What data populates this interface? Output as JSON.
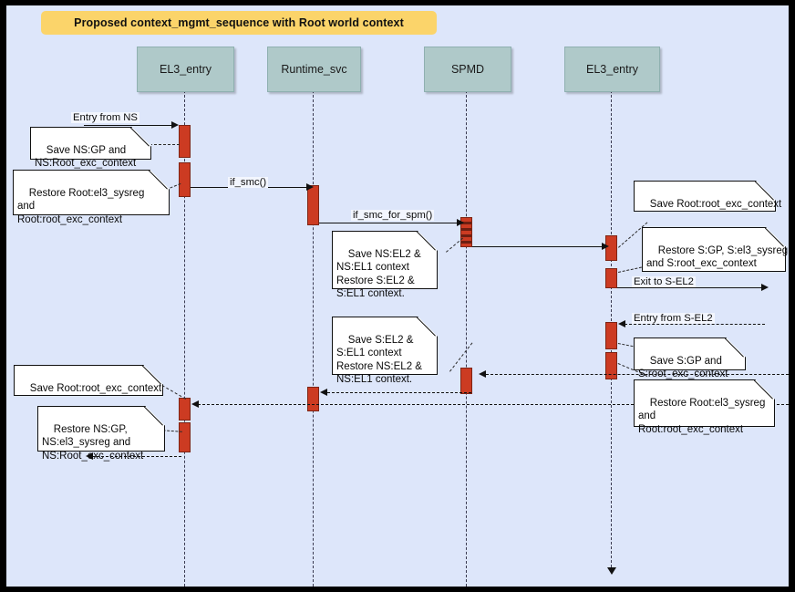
{
  "diagram": {
    "kind": "uml-sequence-diagram",
    "title": "Proposed context_mgmt_sequence with Root world context",
    "colors": {
      "canvas": "#DDE6FA",
      "frame": "#000000",
      "title_banner": "#FBD46A",
      "participant_box": "#AFC9C9",
      "activation_bar": "#CC3B22",
      "note_fill": "#FFFFFF",
      "line": "#111111"
    }
  },
  "participants": [
    {
      "id": "el3_entry_left",
      "label": "EL3_entry"
    },
    {
      "id": "runtime_svc",
      "label": "Runtime_svc"
    },
    {
      "id": "spmd",
      "label": "SPMD"
    },
    {
      "id": "el3_entry_right",
      "label": "EL3_entry"
    }
  ],
  "messages": [
    {
      "id": "m1",
      "label": "Entry from NS",
      "from": "external-left",
      "to": "el3_entry_left",
      "style": "solid",
      "direction": "right"
    },
    {
      "id": "m2",
      "label": "if_smc()",
      "from": "el3_entry_left",
      "to": "runtime_svc",
      "style": "solid",
      "direction": "right"
    },
    {
      "id": "m3",
      "label": "if_smc_for_spm()",
      "from": "runtime_svc",
      "to": "spmd",
      "style": "solid",
      "direction": "right"
    },
    {
      "id": "m4",
      "label": "",
      "from": "spmd",
      "to": "el3_entry_right",
      "style": "solid",
      "direction": "right"
    },
    {
      "id": "m5",
      "label": "Exit to S-EL2",
      "from": "el3_entry_right",
      "to": "external-right",
      "style": "solid",
      "direction": "right"
    },
    {
      "id": "m6",
      "label": "Entry from S-EL2",
      "from": "external-right",
      "to": "el3_entry_right",
      "style": "dashed",
      "direction": "left"
    },
    {
      "id": "m7",
      "label": "",
      "from": "el3_entry_right",
      "to": "spmd",
      "style": "dashed",
      "direction": "left"
    },
    {
      "id": "m8",
      "label": "",
      "from": "spmd",
      "to": "runtime_svc",
      "style": "dashed",
      "direction": "left"
    },
    {
      "id": "m9",
      "label": "",
      "from": "runtime_svc",
      "to": "el3_entry_left",
      "style": "dashed",
      "direction": "left"
    },
    {
      "id": "m10",
      "label": "",
      "from": "el3_entry_left",
      "to": "external-left",
      "style": "dashed",
      "direction": "left"
    }
  ],
  "notes": [
    {
      "id": "n1",
      "attached_to": "el3_entry_left",
      "text": "Save NS:GP and\nNS:Root_exc_context"
    },
    {
      "id": "n2",
      "attached_to": "el3_entry_left",
      "text": "Restore Root:el3_sysreg\nand\nRoot:root_exc_context"
    },
    {
      "id": "n3",
      "attached_to": "spmd",
      "text": "Save NS:EL2 &\nNS:EL1 context\nRestore S:EL2 &\nS:EL1 context."
    },
    {
      "id": "n4",
      "attached_to": "el3_entry_right",
      "text": "Save Root:root_exc_context"
    },
    {
      "id": "n5",
      "attached_to": "el3_entry_right",
      "text": "Restore S:GP, S:el3_sysreg\nand S:root_exc_context"
    },
    {
      "id": "n6",
      "attached_to": "spmd",
      "text": "Save S:EL2 &\nS:EL1 context\nRestore NS:EL2 &\nNS:EL1 context."
    },
    {
      "id": "n7",
      "attached_to": "el3_entry_right",
      "text": "Save S:GP and\nS:root_exc_context"
    },
    {
      "id": "n8",
      "attached_to": "el3_entry_right",
      "text": "Restore Root:el3_sysreg\nand\nRoot:root_exc_context"
    },
    {
      "id": "n9",
      "attached_to": "el3_entry_left",
      "text": "Save Root:root_exc_context"
    },
    {
      "id": "n10",
      "attached_to": "el3_entry_left",
      "text": "Restore NS:GP,\nNS:el3_sysreg and\nNS:Root_exc_context"
    }
  ]
}
